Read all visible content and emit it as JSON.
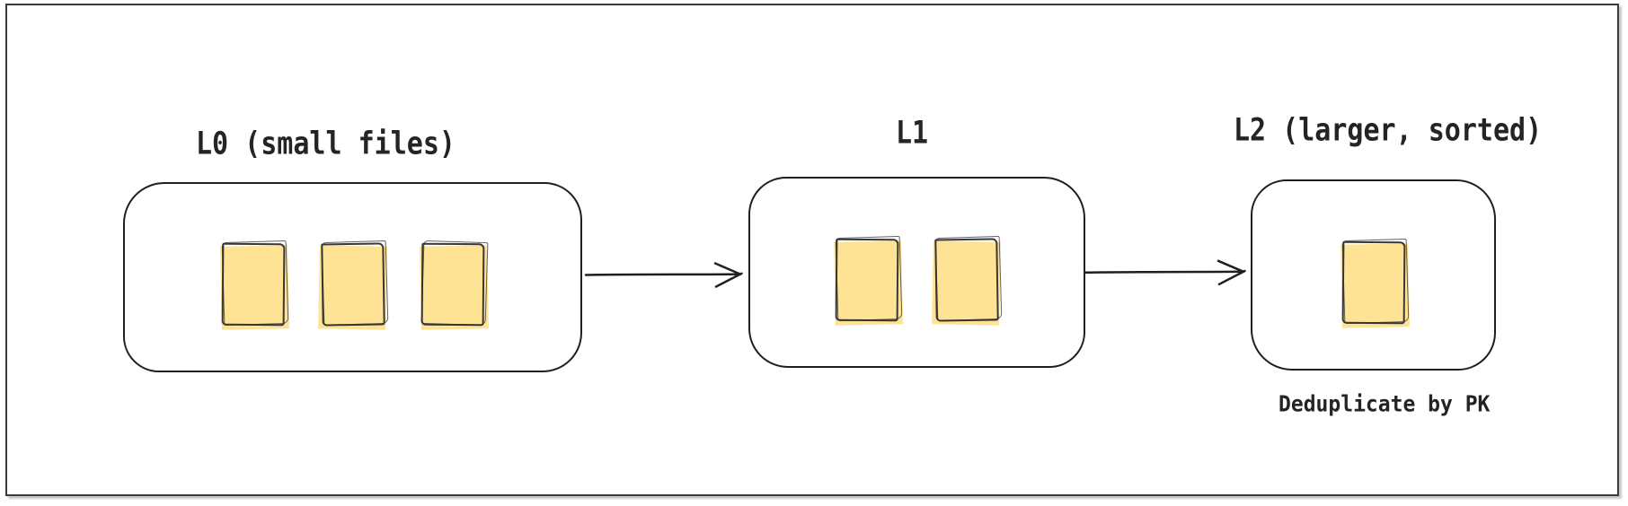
{
  "palette": {
    "file_fill": "#ffe395",
    "stroke": "#1f1f1f",
    "frame_border": "#3a3a3a",
    "background": "#ffffff"
  },
  "levels": [
    {
      "label": "L0 (small files)",
      "file_count": 3
    },
    {
      "label": "L1",
      "file_count": 2
    },
    {
      "label": "L2 (larger, sorted)",
      "file_count": 1,
      "annotation": "Deduplicate by PK"
    }
  ],
  "arrows": [
    {
      "from": "L0",
      "to": "L1"
    },
    {
      "from": "L1",
      "to": "L2"
    }
  ]
}
